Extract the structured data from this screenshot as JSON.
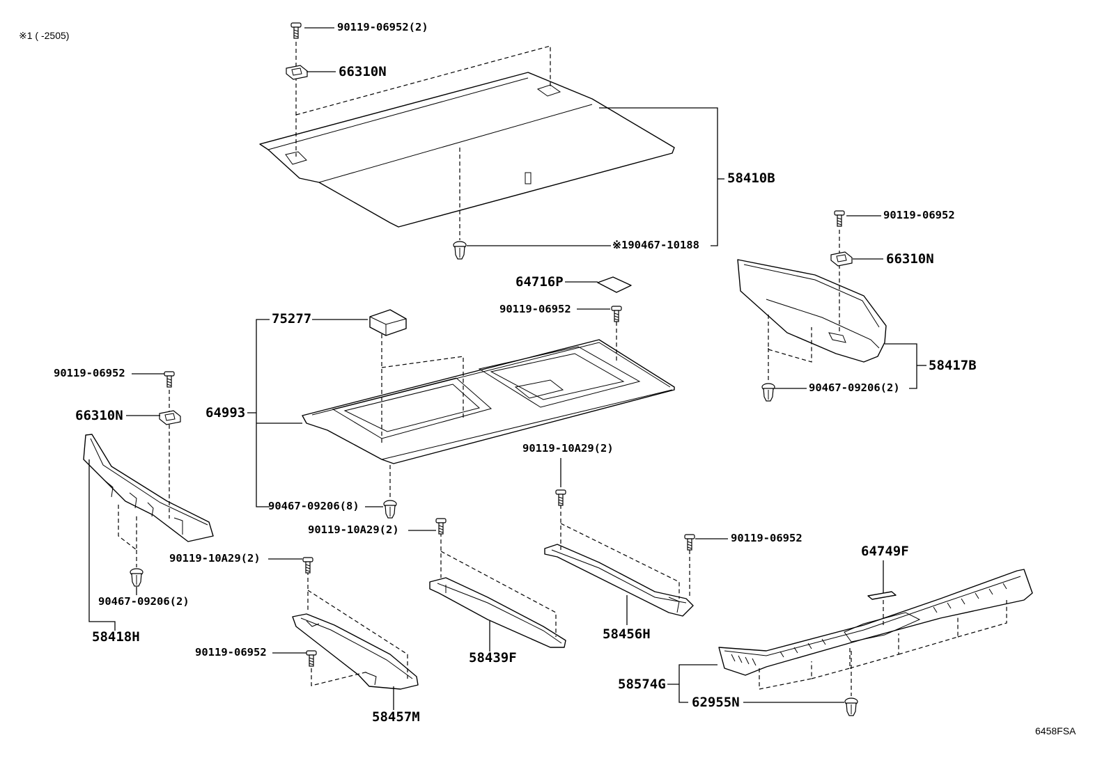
{
  "header_note": "※1 (       -2505)",
  "sheet_code": "6458FSA",
  "colors": {
    "line": "#000000",
    "background": "#ffffff"
  },
  "callouts": {
    "c_90119_06952_2_top": "90119-06952(2)",
    "c_66310N_top": "66310N",
    "c_58410B": "58410B",
    "c_90467_10188": "※190467-10188",
    "c_64716P": "64716P",
    "c_90119_06952_mid": "90119-06952",
    "c_75277": "75277",
    "c_64993": "64993",
    "c_90467_09206_8": "90467-09206(8)",
    "c_90119_06952_right": "90119-06952",
    "c_66310N_right": "66310N",
    "c_58417B": "58417B",
    "c_90467_09206_2_right": "90467-09206(2)",
    "c_90119_06952_left": "90119-06952",
    "c_66310N_left": "66310N",
    "c_90467_09206_2_left": "90467-09206(2)",
    "c_58418H": "58418H",
    "c_90119_10A29_2_a": "90119-10A29(2)",
    "c_90119_10A29_2_b": "90119-10A29(2)",
    "c_90119_10A29_2_c": "90119-10A29(2)",
    "c_90119_06952_bl": "90119-06952",
    "c_58457M": "58457M",
    "c_58439F": "58439F",
    "c_90119_06952_c": "90119-06952",
    "c_58456H": "58456H",
    "c_64749F": "64749F",
    "c_58574G": "58574G",
    "c_62955N": "62955N"
  }
}
